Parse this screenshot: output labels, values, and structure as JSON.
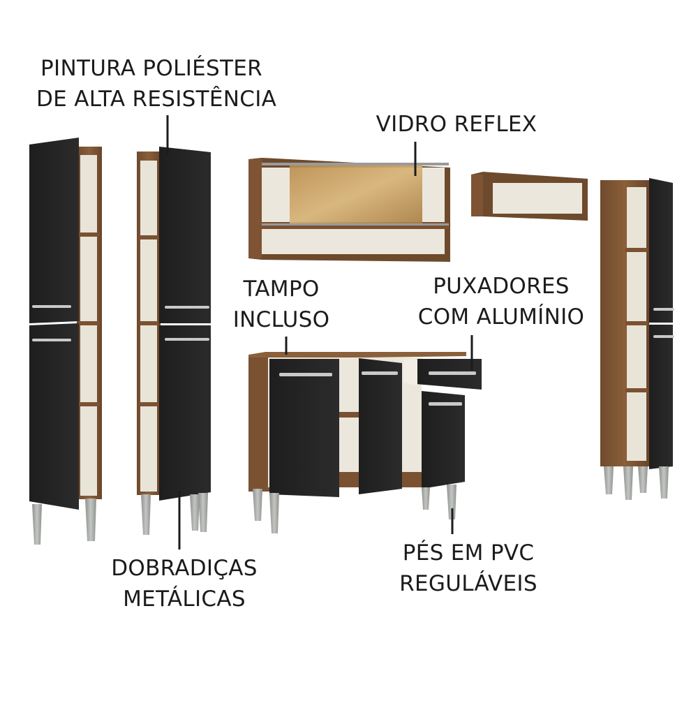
{
  "colors": {
    "wood": "#7a5232",
    "wood_dark": "#5e3e24",
    "door": "#232323",
    "interior": "#ece7dc",
    "leg": "#a9aca8",
    "handle": "#c9c9c9",
    "glass": "#c79a55",
    "text": "#1b1b1b"
  },
  "labels": {
    "paint": {
      "line1": "PINTURA POLIÉSTER",
      "line2": "DE ALTA RESISTÊNCIA"
    },
    "glass": {
      "line1": "VIDRO REFLEX"
    },
    "top": {
      "line1": "TAMPO",
      "line2": "INCLUSO"
    },
    "handles": {
      "line1": "PUXADORES",
      "line2": "COM ALUMÍNIO"
    },
    "hinges": {
      "line1": "DOBRADIÇAS",
      "line2": "METÁLICAS"
    },
    "feet": {
      "line1": "PÉS EM PVC",
      "line2": "REGULÁVEIS"
    }
  }
}
